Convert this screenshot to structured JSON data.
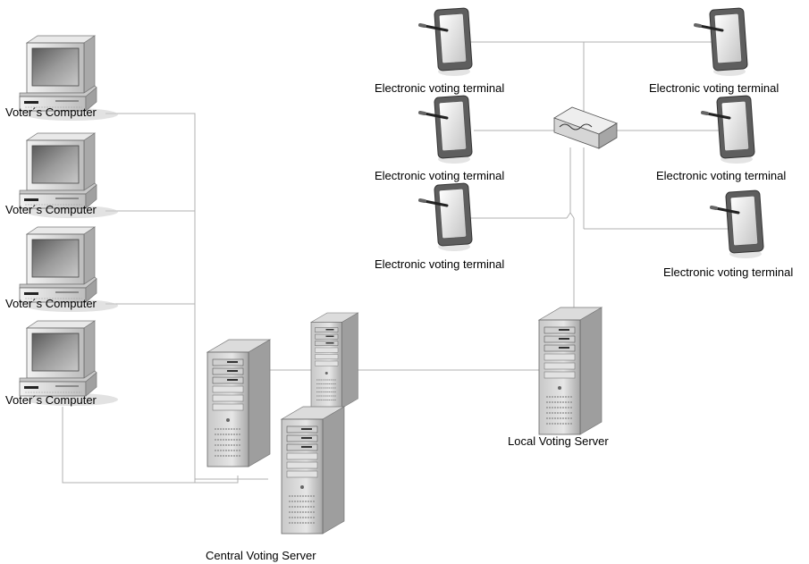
{
  "labels": {
    "voter_computer": "Voter´s Computer",
    "voting_terminal": "Electronic voting terminal",
    "local_server": "Local Voting Server",
    "central_server": "Central Voting Server"
  },
  "icons": {
    "computer": "desktop-computer-icon",
    "terminal": "tablet-terminal-icon",
    "server": "tower-server-icon",
    "router": "network-router-icon"
  },
  "colors": {
    "connector": "#b0b0b0",
    "device_body": "#d8d8d8",
    "device_shadow": "#9a9a9a",
    "screen": "#888888",
    "text": "#000000"
  }
}
